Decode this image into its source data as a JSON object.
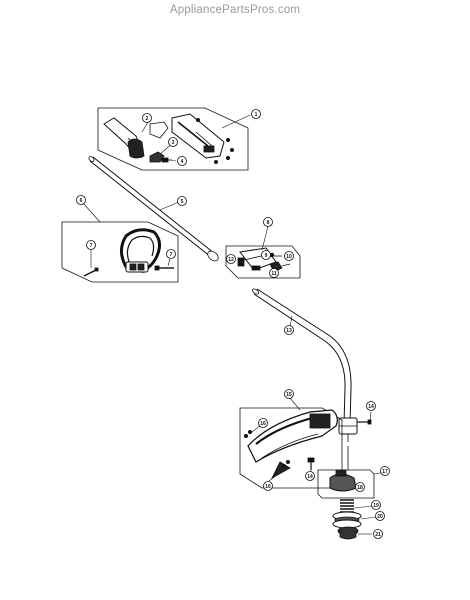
{
  "watermark": "AppliancePartsPros.com",
  "callouts": {
    "c1": "1",
    "c2": "2",
    "c3": "3",
    "c4": "4",
    "c5": "5",
    "c6": "6",
    "c7a": "7",
    "c7b": "7",
    "c8": "8",
    "c9": "9",
    "c10": "10",
    "c11": "11",
    "c12": "12",
    "c13": "13",
    "c14": "14",
    "c15": "15",
    "c16": "16",
    "c16b": "16",
    "c17": "17",
    "c18": "18",
    "c19": "19",
    "c20": "20",
    "c21": "21"
  }
}
